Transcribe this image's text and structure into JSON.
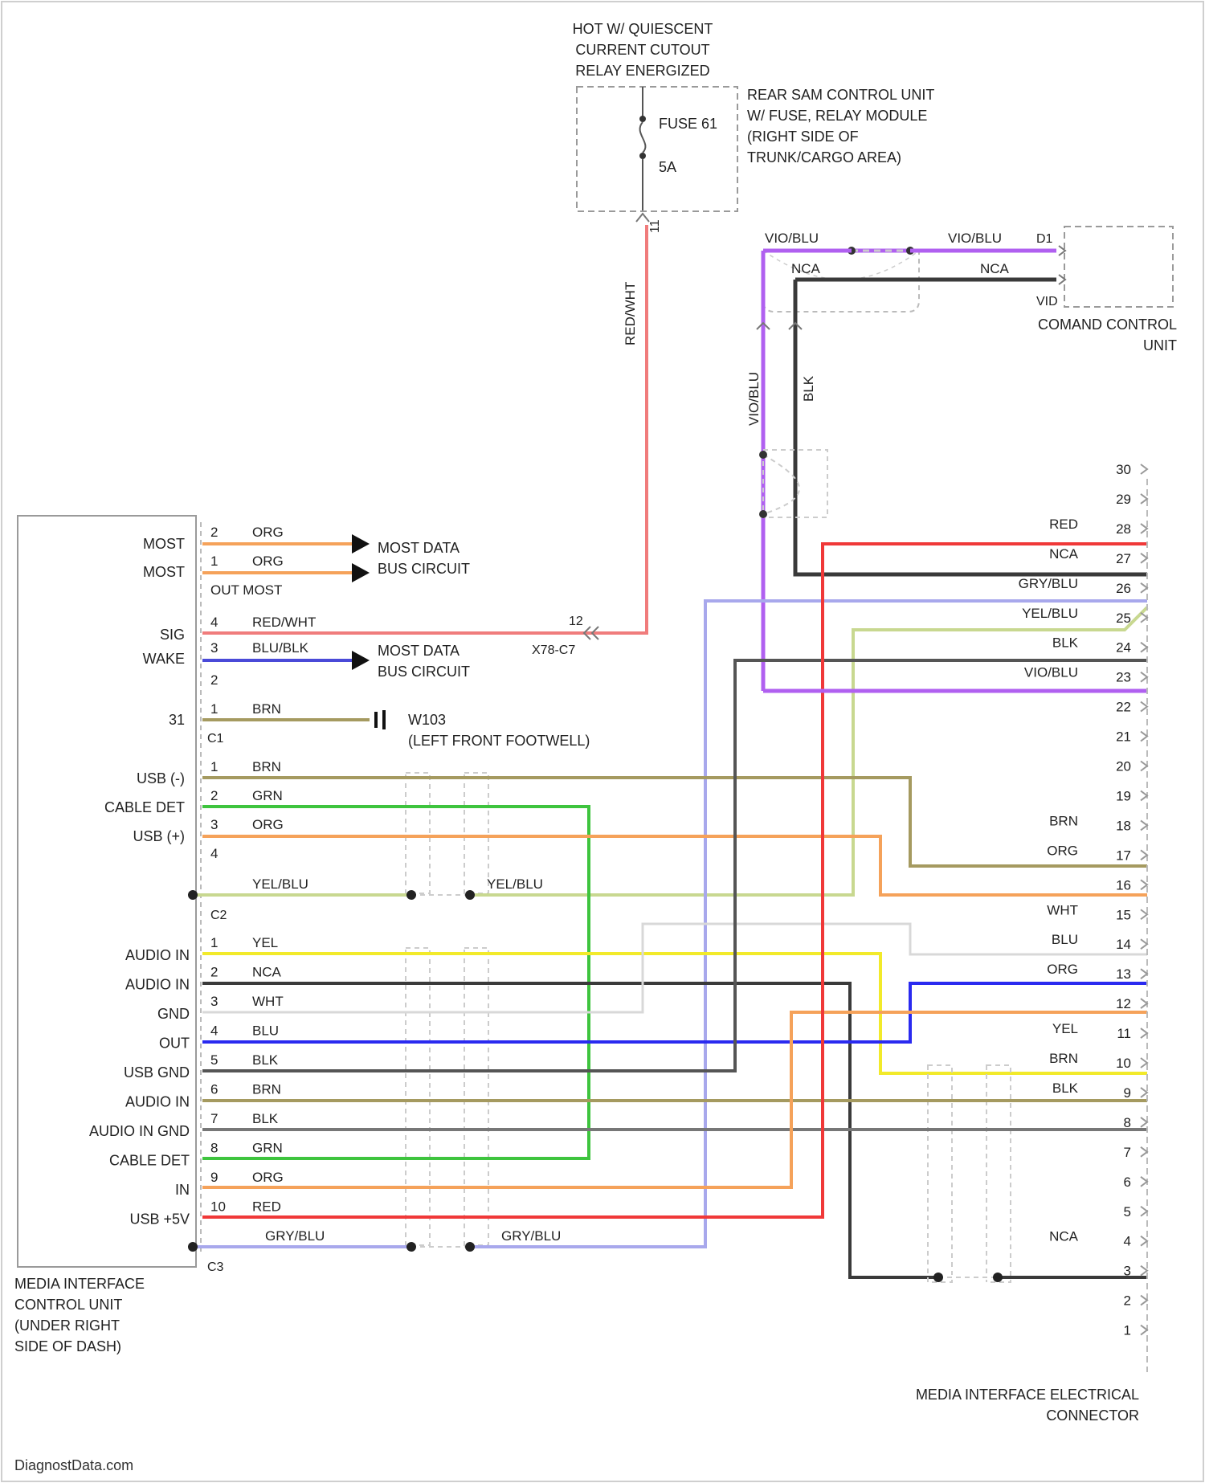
{
  "hot_label": [
    "HOT W/ QUIESCENT",
    "CURRENT CUTOUT",
    "RELAY ENERGIZED"
  ],
  "rear_sam": {
    "lines": [
      "REAR SAM CONTROL UNIT",
      "W/ FUSE, RELAY MODULE",
      "(RIGHT SIDE OF",
      "TRUNK/CARGO AREA)"
    ],
    "fuse_label": "FUSE 61",
    "fuse_rating": "5A"
  },
  "vertical_wire_labels": {
    "red_wht": "RED/WHT",
    "vio_blu": "VIO/BLU",
    "blk": "BLK"
  },
  "command": {
    "lines": [
      "COMAND CONTROL",
      "UNIT"
    ],
    "wire_vio_left": "VIO/BLU",
    "wire_vio_right": "VIO/BLU",
    "wire_nca_left": "NCA",
    "wire_nca_right": "NCA",
    "pin_top": "D1",
    "pin_label_bottom": "VID"
  },
  "media_unit": {
    "lines": [
      "MEDIA INTERFACE",
      "CONTROL UNIT",
      "(UNDER RIGHT",
      "SIDE OF DASH)"
    ],
    "conn_c1": "C1",
    "conn_c2": "C2",
    "conn_c3": "C3"
  },
  "c1_pins": [
    {
      "name": "MOST",
      "pin": "2",
      "wire": "ORG"
    },
    {
      "name": "MOST",
      "pin": "1",
      "wire": "ORG",
      "sub": "OUT MOST"
    },
    {
      "name": "SIG",
      "pin": "4",
      "wire": "RED/WHT"
    },
    {
      "name": "WAKE",
      "pin": "3",
      "wire": "BLU/BLK"
    },
    {
      "name": "",
      "pin": "2",
      "wire": ""
    },
    {
      "name": "31",
      "pin": "1",
      "wire": "BRN"
    }
  ],
  "arrow_labels": {
    "most_data": [
      "MOST DATA",
      "BUS CIRCUIT"
    ],
    "most_data2": [
      "MOST DATA",
      "BUS CIRCUIT"
    ],
    "ground": [
      "W103",
      "(LEFT FRONT FOOTWELL)"
    ],
    "x78": "X78-C7",
    "x78_pin": "12"
  },
  "c2_pins": [
    {
      "name": "USB (-)",
      "pin": "1",
      "wire": "BRN"
    },
    {
      "name": "CABLE DET",
      "pin": "2",
      "wire": "GRN"
    },
    {
      "name": "USB (+)",
      "pin": "3",
      "wire": "ORG"
    },
    {
      "name": "",
      "pin": "4",
      "wire": ""
    }
  ],
  "shield_c2": {
    "left": "YEL/BLU",
    "right": "YEL/BLU"
  },
  "c3_pins": [
    {
      "name": "AUDIO IN",
      "pin": "1",
      "wire": "YEL"
    },
    {
      "name": "AUDIO IN",
      "pin": "2",
      "wire": "NCA"
    },
    {
      "name": "GND",
      "pin": "3",
      "wire": "WHT"
    },
    {
      "name": "OUT",
      "pin": "4",
      "wire": "BLU"
    },
    {
      "name": "USB GND",
      "pin": "5",
      "wire": "BLK"
    },
    {
      "name": "AUDIO IN",
      "pin": "6",
      "wire": "BRN"
    },
    {
      "name": "AUDIO IN GND",
      "pin": "7",
      "wire": "BLK"
    },
    {
      "name": "CABLE DET",
      "pin": "8",
      "wire": "GRN"
    },
    {
      "name": "IN",
      "pin": "9",
      "wire": "ORG"
    },
    {
      "name": "USB +5V",
      "pin": "10",
      "wire": "RED"
    }
  ],
  "shield_c3": {
    "left": "GRY/BLU",
    "right": "GRY/BLU"
  },
  "connector": {
    "lines": [
      "MEDIA INTERFACE ELECTRICAL",
      "CONNECTOR"
    ],
    "pins": [
      "30",
      "29",
      "28",
      "27",
      "26",
      "25",
      "24",
      "23",
      "22",
      "21",
      "20",
      "19",
      "18",
      "17",
      "16",
      "15",
      "14",
      "13",
      "12",
      "11",
      "10",
      "9",
      "8",
      "7",
      "6",
      "5",
      "4",
      "3",
      "2",
      "1"
    ],
    "wire_labels": {
      "28": "RED",
      "27": "NCA",
      "26": "GRY/BLU",
      "25": "YEL/BLU",
      "24": "BLK",
      "23": "VIO/BLU",
      "18": "BRN",
      "17": "ORG",
      "15": "WHT",
      "14": "BLU",
      "13": "ORG",
      "11": "YEL",
      "10": "BRN",
      "9": "BLK",
      "4": "NCA"
    }
  },
  "watermark": "DiagnostData.com",
  "colors": {
    "red": "#f03838",
    "red_wht": "#f07c7c",
    "org": "#f5a25a",
    "blu_blk": "#4a4ad8",
    "brn": "#a59a60",
    "grn": "#3ec43e",
    "yel_blu": "#c8d890",
    "yel": "#f2ea2a",
    "nca": "#3a3a3a",
    "wht": "#d8d8d8",
    "blu": "#2a2af0",
    "blk": "#555555",
    "gry_blu": "#a8a8ec",
    "vio_blu": "#b060f0"
  }
}
